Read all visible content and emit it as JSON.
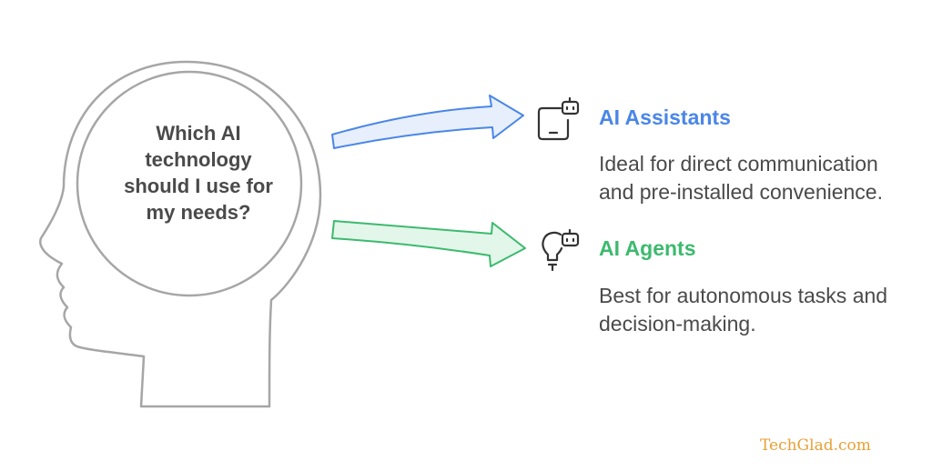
{
  "question": {
    "lines": [
      "Which AI",
      "technology",
      "should I use for",
      "my needs?"
    ]
  },
  "options": [
    {
      "title": "AI Assistants",
      "description": "Ideal for direct communication and pre-installed convenience.",
      "color": "#4a86e8",
      "icon": "tablet-robot-icon"
    },
    {
      "title": "AI Agents",
      "description": "Best for autonomous tasks and decision-making.",
      "color": "#3cba6e",
      "icon": "lightbulb-robot-icon"
    }
  ],
  "watermark": {
    "text": "TechGlad.com",
    "color": "#e8a035"
  },
  "colors": {
    "outline": "#a6a6a6",
    "text": "#4a4a4a",
    "assistant_arrow_fill": "#e7effc",
    "agent_arrow_fill": "#e3f6ea"
  }
}
